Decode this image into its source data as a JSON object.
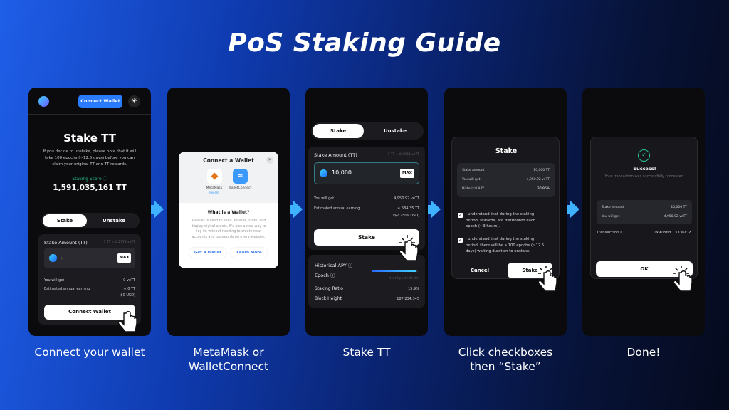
{
  "title": "PoS Staking Guide",
  "colors": {
    "accent": "#3fb2ff",
    "primary_button": "#2b7bff",
    "success": "#27c08a",
    "panel": "#0b0b0e"
  },
  "steps": [
    {
      "caption": "Connect your wallet",
      "header": {
        "connect_label": "Connect Wallet",
        "theme_icon": "sun-icon"
      },
      "heading": "Stake TT",
      "note": [
        "If you decide to unstake, please note that it will",
        "take 100 epochs (~12.5 days) before you can",
        "claim your original TT and TT rewards."
      ],
      "score_label": "Staking Score",
      "score_value": "1,591,035,161 TT",
      "tabs": [
        "Stake",
        "Unstake"
      ],
      "amount_label": "Stake Amount (TT)",
      "rate": "1 TT = 0.2771 veTT",
      "amount_value": "0",
      "max": "MAX",
      "get_label": "You will get",
      "get_value": "0 veTT",
      "earn_label": "Estimated annual earning",
      "earn_value": "≈ 0 TT",
      "earn_usd": "($0 USD)",
      "button": "Connect Wallet"
    },
    {
      "caption": [
        "MetaMask or",
        "WalletConnect"
      ],
      "modal_title": "Connect a Wallet",
      "wallets": [
        {
          "name": "MetaMask",
          "tag": "Recent"
        },
        {
          "name": "WalletConnect"
        }
      ],
      "what_title": "What is a Wallet?",
      "what_text": [
        "A wallet is used to send, receive, store, and",
        "display digital assets. It's also a new way to",
        "log in, without needing to create new",
        "accounts and passwords on every website."
      ],
      "get_wallet": "Get a Wallet",
      "learn_more": "Learn More"
    },
    {
      "caption": "Stake TT",
      "tabs": [
        "Stake",
        "Unstake"
      ],
      "amount_label": "Stake Amount (TT)",
      "rate": "1 TT = 0.4951 veTT",
      "amount_value": "10,000",
      "max": "MAX",
      "get_label": "You will get",
      "get_value": "4,950.92 veTT",
      "earn_label": "Estimated annual earning",
      "earn_value": "≈ 684.35 TT",
      "earn_usd": "($2.2509 USD)",
      "button": "Stake",
      "apy_label": "Historical APY",
      "epoch_label": "Epoch",
      "next_epoch": "Next Epoch: 0h 1m",
      "epoch_progress": 0.95,
      "ratio_label": "Staking Ratio",
      "ratio_value": "15.9%",
      "height_label": "Block Height",
      "height_value": "187,234,345"
    },
    {
      "caption": [
        "Click checkboxes",
        "then “Stake”"
      ],
      "modal_title": "Stake",
      "rows": [
        {
          "label": "Stake amount",
          "value": "10,000 TT"
        },
        {
          "label": "You will get",
          "value": "4,950.92 veTT"
        },
        {
          "label": "Historical APY",
          "value": "30.96%"
        }
      ],
      "check1": [
        "I understand that during the staking",
        "period, rewards, are distributed each",
        "epoch (~3 hours)."
      ],
      "check2": [
        "I understand that during the staking",
        "period, there will be a 100 epochs (~12.5",
        "days) waiting duration to unstake."
      ],
      "cancel": "Cancel",
      "stake": "Stake"
    },
    {
      "caption": "Done!",
      "success_title": "Success!",
      "success_text": "Your transaction was successfully processed.",
      "rows": [
        {
          "label": "Stake amount",
          "value": "10,000 TT"
        },
        {
          "label": "You will get",
          "value": "4,950.92 veTT"
        }
      ],
      "tx_label": "Transaction ID",
      "tx_value": "0x9036d...3336c",
      "ok": "OK"
    }
  ]
}
